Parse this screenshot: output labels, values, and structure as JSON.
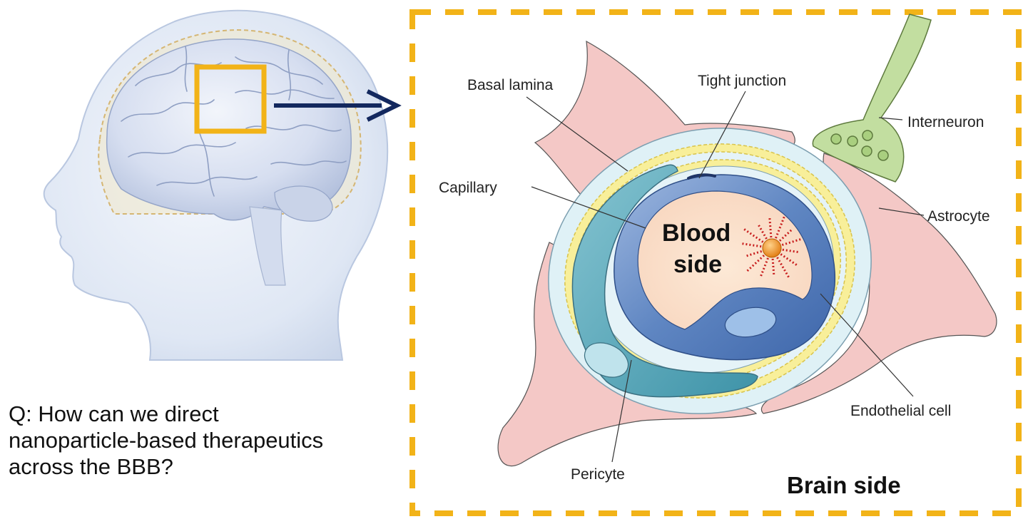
{
  "labels": {
    "basal_lamina": "Basal lamina",
    "tight_junction": "Tight junction",
    "interneuron": "Interneuron",
    "capillary": "Capillary",
    "astrocyte": "Astrocyte",
    "blood_side_line1": "Blood",
    "blood_side_line2": "side",
    "endothelial_cell": "Endothelial cell",
    "pericyte": "Pericyte",
    "brain_side": "Brain side"
  },
  "question": {
    "line1": "Q: How can we direct",
    "line2": "nanoparticle-based therapeutics",
    "line3": "across the BBB?"
  },
  "colors": {
    "frame_dash": "#f2b318",
    "highlight_box": "#f2b318",
    "arrow": "#13285e",
    "astrocyte": "#f4c8c6",
    "basal_lamina": "#dff1f6",
    "membrane_yellow": "#f8ef9a",
    "endothelium": "#5f86c2",
    "pericyte": "#4fa3b5",
    "lumen": "#fbe3cf",
    "interneuron": "#c2dea0",
    "nanoparticle": "#f08a1a",
    "ligands": "#c81e1e"
  }
}
